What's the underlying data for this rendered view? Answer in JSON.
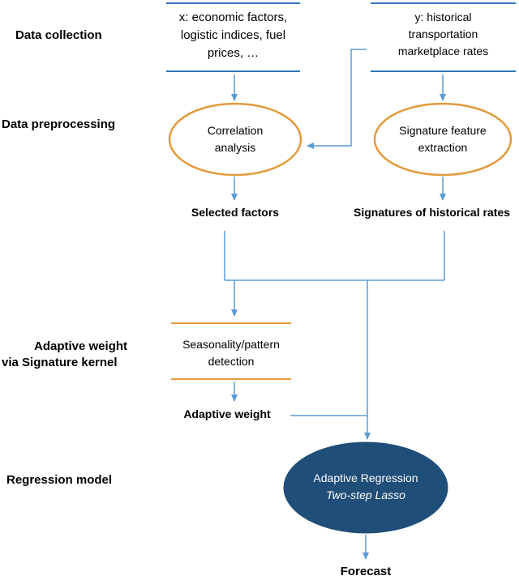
{
  "stages": {
    "data_collection": "Data collection",
    "data_preprocessing": "Data preprocessing",
    "adaptive_weight_1": "Adaptive weight",
    "adaptive_weight_2": "via Signature kernel",
    "regression_model": "Regression model"
  },
  "inputs": {
    "x_line1": "x: economic factors,",
    "x_line2": "logistic indices, fuel",
    "x_line3": "prices, …",
    "y_line1": "y: historical",
    "y_line2": "transportation",
    "y_line3": "marketplace rates"
  },
  "processes": {
    "correlation_line1": "Correlation",
    "correlation_line2": "analysis",
    "signature_line1": "Signature feature",
    "signature_line2": "extraction",
    "seasonality_line1": "Seasonality/pattern",
    "seasonality_line2": "detection"
  },
  "outputs": {
    "selected_factors": "Selected factors",
    "signatures": "Signatures of historical rates",
    "adaptive_weight": "Adaptive weight",
    "forecast": "Forecast"
  },
  "model": {
    "title": "Adaptive Regression",
    "subtitle": "Two-step Lasso"
  },
  "colors": {
    "arrow": "#5a9bd5",
    "ellipse_stroke": "#e39a3b",
    "model_fill": "#1f4e79",
    "data_store_line": "#2e75b6"
  }
}
